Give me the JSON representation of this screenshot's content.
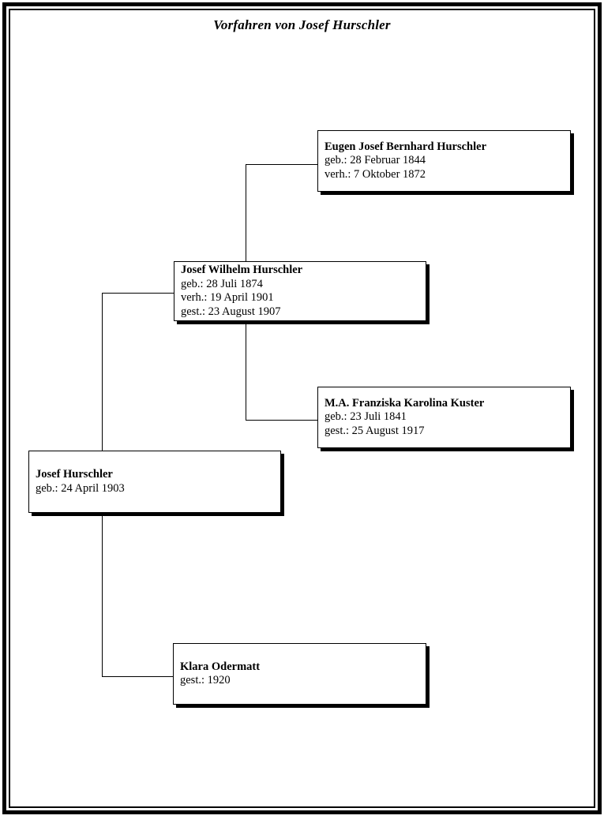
{
  "page": {
    "title": "Vorfahren von Josef Hurschler",
    "background_color": "#ffffff",
    "frame_color": "#000000",
    "line_color": "#000000",
    "box_shadow_color": "#000000"
  },
  "persons": [
    {
      "name": "Eugen Josef Bernhard Hurschler",
      "details": [
        "geb.: 28 Februar 1844",
        "verh.: 7 Oktober 1872"
      ]
    },
    {
      "name": "Josef Wilhelm Hurschler",
      "details": [
        "geb.: 28 Juli 1874",
        "verh.: 19 April 1901",
        "gest.: 23 August 1907"
      ]
    },
    {
      "name": "M.A. Franziska Karolina Kuster",
      "details": [
        "geb.: 23 Juli 1841",
        "gest.: 25 August 1917"
      ]
    },
    {
      "name": "Josef Hurschler",
      "details": [
        "geb.: 24 April 1903"
      ]
    },
    {
      "name": "Klara Odermatt",
      "details": [
        "gest.: 1920"
      ]
    }
  ]
}
